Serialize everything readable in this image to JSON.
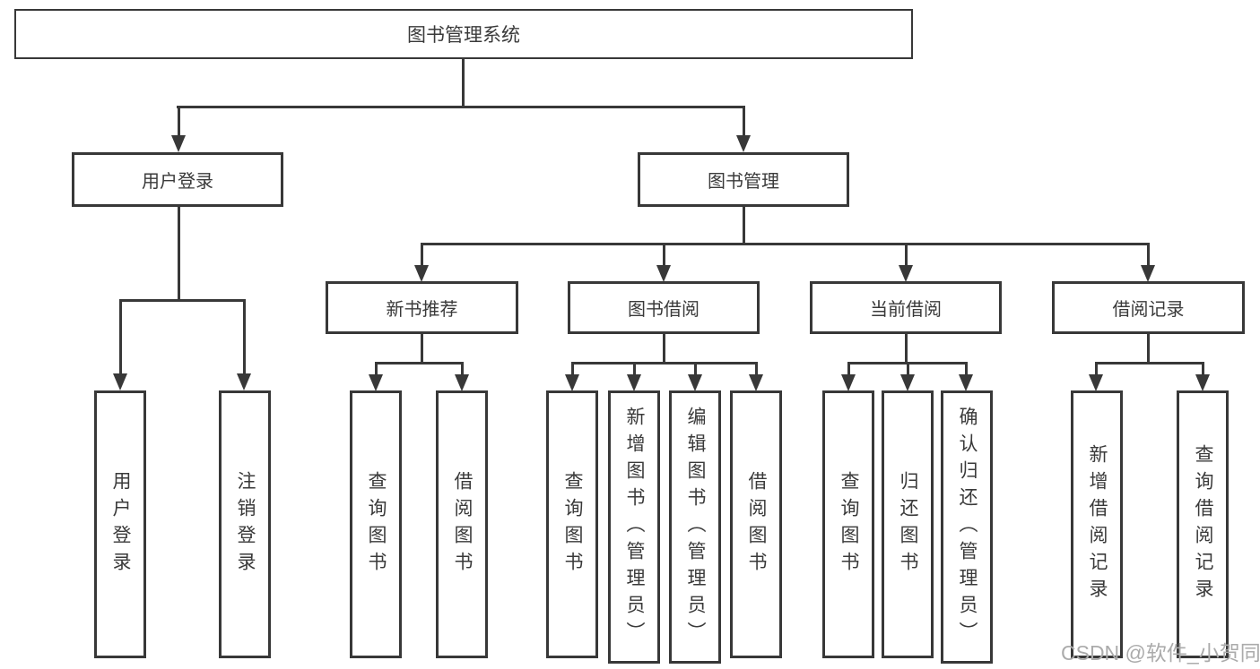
{
  "tree": {
    "label": "图书管理系统",
    "children": [
      {
        "label": "用户登录",
        "children": [
          {
            "label": "用户登录"
          },
          {
            "label": "注销登录"
          }
        ]
      },
      {
        "label": "图书管理",
        "children": [
          {
            "label": "新书推荐",
            "children": [
              {
                "label": "查询图书"
              },
              {
                "label": "借阅图书"
              }
            ]
          },
          {
            "label": "图书借阅",
            "children": [
              {
                "label": "查询图书"
              },
              {
                "label": "新增图书（管理员）"
              },
              {
                "label": "编辑图书（管理员）"
              },
              {
                "label": "借阅图书"
              }
            ]
          },
          {
            "label": "当前借阅",
            "children": [
              {
                "label": "查询图书"
              },
              {
                "label": "归还图书"
              },
              {
                "label": "确认归还（管理员）"
              }
            ]
          },
          {
            "label": "借阅记录",
            "children": [
              {
                "label": "新增借阅记录"
              },
              {
                "label": "查询借阅记录"
              }
            ]
          }
        ]
      }
    ]
  },
  "watermark": {
    "text": "CSDN @软件_小贺同学"
  },
  "colors": {
    "line": "#383838",
    "text": "#3a3a3a",
    "watermark": "#ababab",
    "background": "#ffffff"
  }
}
